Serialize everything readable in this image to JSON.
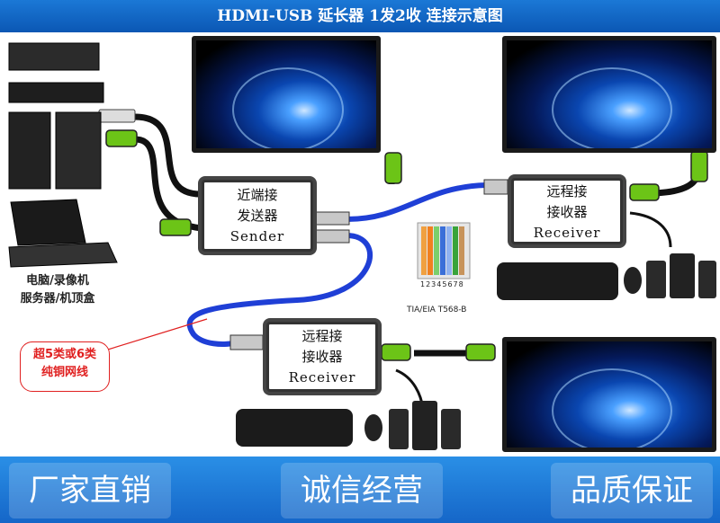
{
  "header": {
    "title": "HDMI-USB 延长器 1发2收 连接示意图"
  },
  "sender": {
    "line1": "近端接",
    "line2": "发送器",
    "line3": "Sender"
  },
  "receiver_right": {
    "line1": "远程接",
    "line2": "接收器",
    "line3": "Receiver"
  },
  "receiver_bottom": {
    "line1": "远程接",
    "line2": "接收器",
    "line3": "Receiver"
  },
  "source_label": {
    "line1": "电脑/录像机",
    "line2": "服务器/机顶盒"
  },
  "cable_note": {
    "line1": "超5类或6类",
    "line2": "纯铜网线"
  },
  "rj45": {
    "standard": "TIA/EIA  T568-B",
    "pins": "12345678"
  },
  "footer": {
    "slogan_left": "厂家直销",
    "slogan_center": "诚信经营",
    "slogan_right": "品质保证"
  },
  "colors": {
    "title_bar": "#0b57b4",
    "network_cable": "#1f3fd6",
    "hdmi_connector": "#6cc417",
    "note_red": "#e02020"
  }
}
